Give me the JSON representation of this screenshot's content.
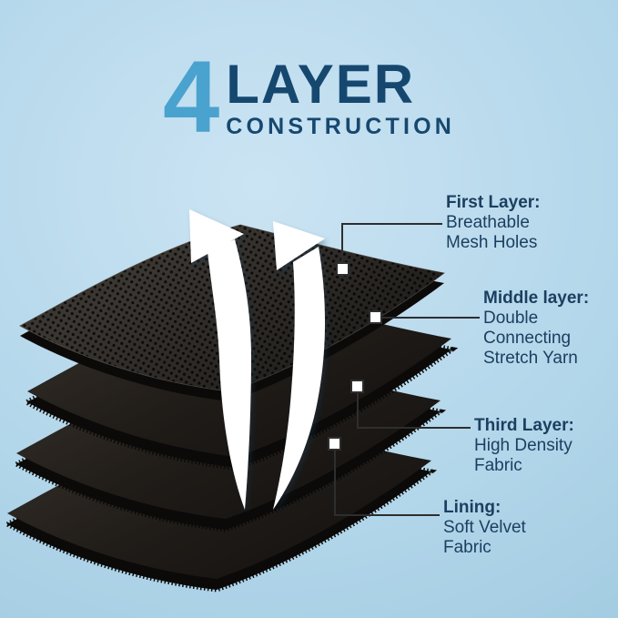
{
  "title": {
    "number": "4",
    "word": "LAYER",
    "subtitle": "CONSTRUCTION"
  },
  "callouts": [
    {
      "heading": "First Layer:",
      "lines": [
        "Breathable",
        "Mesh Holes"
      ]
    },
    {
      "heading": "Middle layer:",
      "lines": [
        "Double",
        "Connecting",
        "Stretch Yarn"
      ]
    },
    {
      "heading": "Third Layer:",
      "lines": [
        "High Density",
        "Fabric"
      ]
    },
    {
      "heading": "Lining:",
      "lines": [
        "Soft Velvet",
        "Fabric"
      ]
    }
  ],
  "diagram": {
    "layers": [
      {
        "name": "breathable-mesh-layer"
      },
      {
        "name": "stretch-yarn-layer"
      },
      {
        "name": "high-density-fabric-layer"
      },
      {
        "name": "velvet-lining-layer"
      }
    ],
    "arrows": "airflow-arrows"
  },
  "colors": {
    "background": "#b2d6ea",
    "title_number": "#4aa2cf",
    "title_text": "#16486f",
    "label_text": "#1c3f60",
    "fabric_dark": "#1d1a17",
    "arrow_white": "#ffffff",
    "connector": "#2e2e2e"
  }
}
